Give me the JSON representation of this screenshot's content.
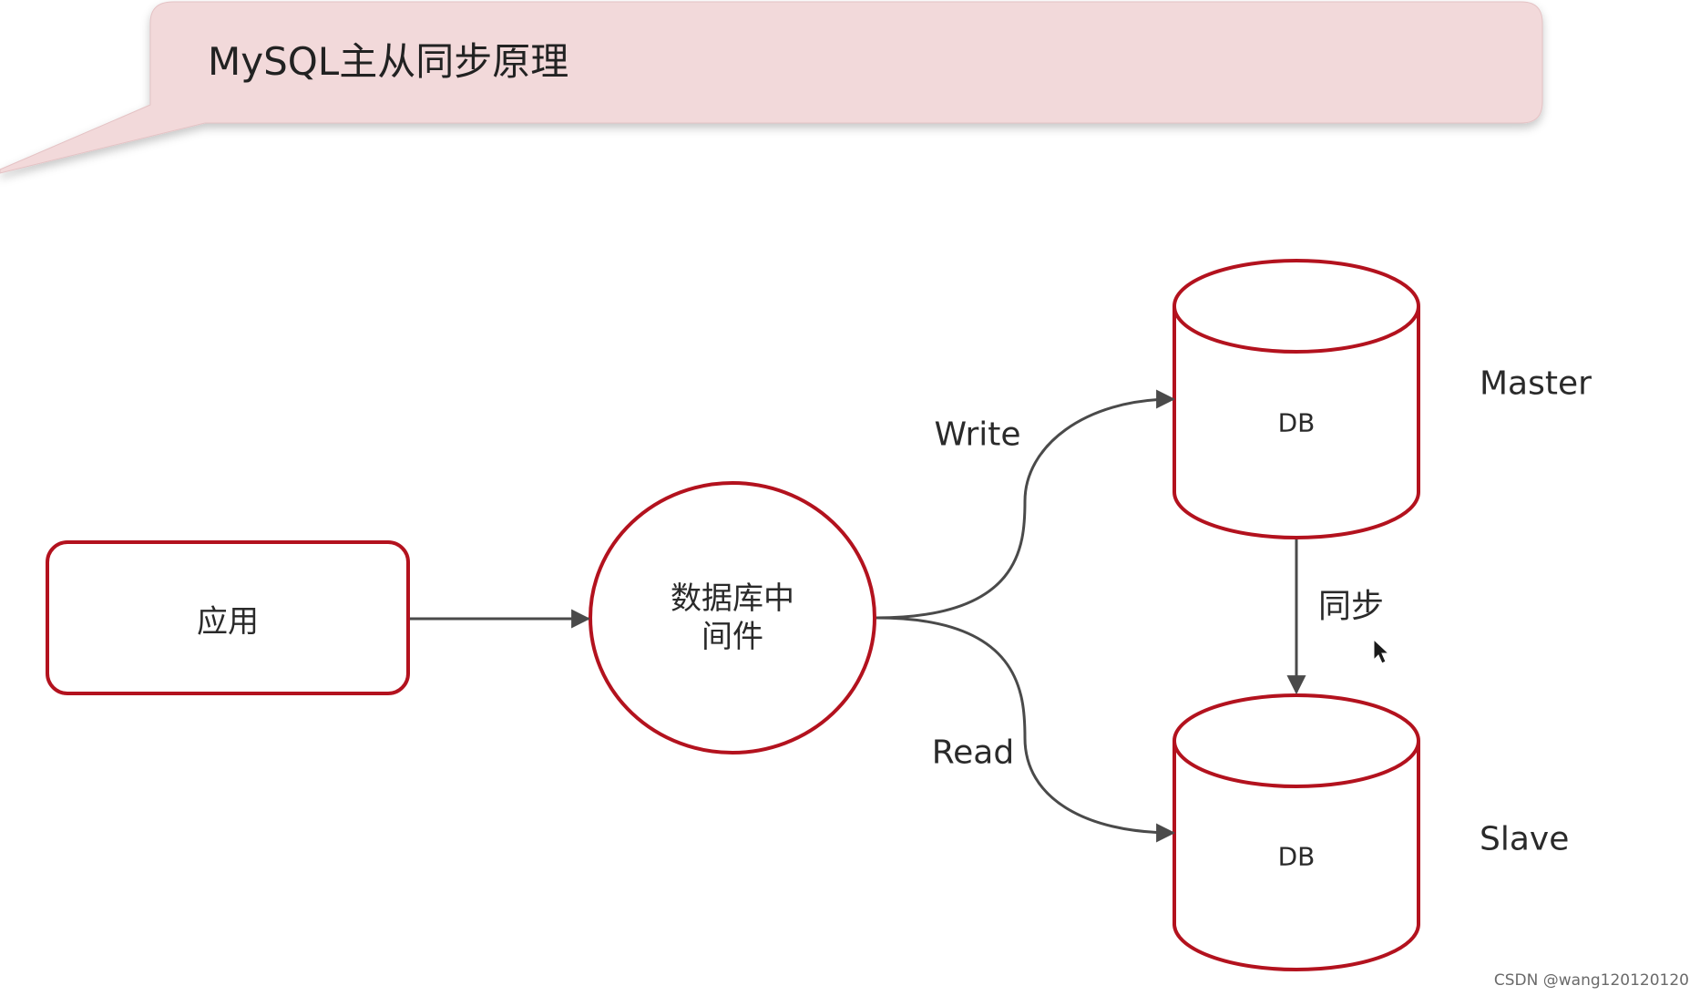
{
  "title": "MySQL主从同步原理",
  "nodes": {
    "app": {
      "label": "应用"
    },
    "middleware": {
      "line1": "数据库中",
      "line2": "间件"
    },
    "master": {
      "db_label": "DB",
      "role": "Master"
    },
    "slave": {
      "db_label": "DB",
      "role": "Slave"
    }
  },
  "edges": {
    "write": "Write",
    "read": "Read",
    "sync": "同步"
  },
  "watermark": "CSDN @wang120120120",
  "colors": {
    "node_border": "#b3121e",
    "arrow": "#4a4a4a",
    "banner_fill": "#f2d9da"
  }
}
